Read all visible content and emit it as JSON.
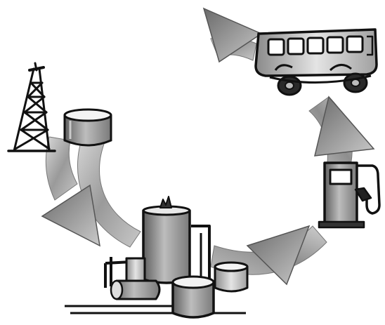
{
  "diagram": {
    "type": "cycle",
    "description_words": [],
    "nodes": [
      {
        "id": "drilling-rig",
        "icon": "oil-derrick-icon"
      },
      {
        "id": "storage-tank",
        "icon": "storage-tank-icon"
      },
      {
        "id": "refinery",
        "icon": "refinery-icon"
      },
      {
        "id": "fuel-pump",
        "icon": "gas-pump-icon"
      },
      {
        "id": "bus",
        "icon": "bus-icon"
      }
    ],
    "flow_direction": "clockwise",
    "colors": {
      "arrow_dark": "#6f6f6f",
      "arrow_mid": "#a8a8a8",
      "arrow_light": "#d6d6d6",
      "ink": "#111111",
      "paper": "#ffffff"
    }
  }
}
